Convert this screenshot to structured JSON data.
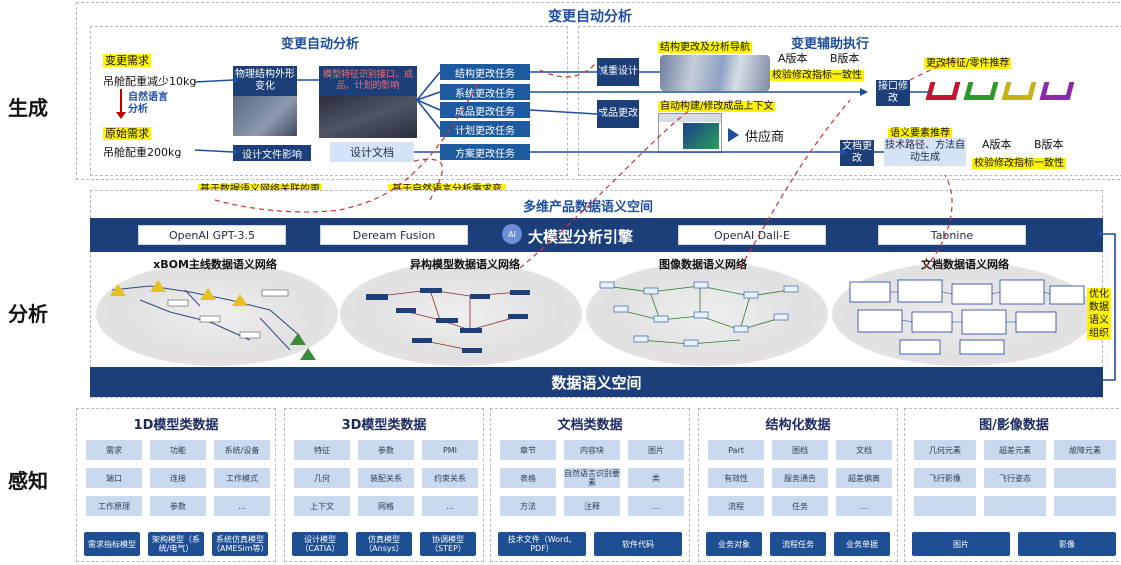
{
  "rows": {
    "gen": "生成",
    "ana": "分析",
    "per": "感知"
  },
  "top": {
    "title": "变更自动分析",
    "left": {
      "title": "变更自动分析",
      "req_label": "变更需求",
      "req_text": "吊舱配重减少10kg",
      "nlp": "自然语言分析",
      "orig_label": "原始需求",
      "orig_text": "吊舱配重200kg",
      "phys": "物理结构外形变化",
      "feat": "模型特征识别接口、成品、计划的影响",
      "design_impact": "设计文件影响",
      "design_doc": "设计文档",
      "tasks": [
        "结构更改任务",
        "系统更改任务",
        "成品更改任务",
        "计划更改任务",
        "方案更改任务"
      ]
    },
    "right": {
      "title": "变更辅助执行",
      "struct_nav": "结构更改及分析导航",
      "reduce": "减重设计",
      "product": "成品更改",
      "auto_build": "自动构建/修改成品上下文",
      "supplier": "供应商",
      "ver_a": "A版本",
      "ver_b": "B版本",
      "check1": "校验修改指标一致性",
      "iface": "接口修改",
      "doc_change": "文档更改",
      "semantic": "语义要素推荐",
      "tech_route": "技术路径、方法自动生成",
      "ver_a2": "A版本",
      "ver_b2": "B版本",
      "check2": "校验修改指标一致性",
      "feature_rec": "更改特征/零件推荐"
    }
  },
  "notes": {
    "n1": "基于数据语义网络关联的更改分析与推荐",
    "n2": "基于自然语言分析需求变化对设计文档的影响"
  },
  "mid": {
    "title": "多维产品数据语义空间",
    "models": [
      "OpenAI GPT-3.5",
      "Deream Fusion",
      "OpenAI Dall-E",
      "Tabnine"
    ],
    "engine": "大模型分析引擎",
    "ai_badge": "AI",
    "nets": [
      "xBOM主线数据语义网络",
      "异构模型数据语义网络",
      "图像数据语义网络",
      "文档数据语义网络"
    ],
    "bottom": "数据语义空间",
    "optimize": "优化数据语义组织"
  },
  "perception": [
    {
      "title": "1D模型类数据",
      "cells": [
        "需求",
        "功能",
        "系统/设备",
        "端口",
        "连接",
        "工作模式",
        "工作原理",
        "参数",
        "..."
      ],
      "foot": [
        "需求指标模型",
        "架构模型（系统/电气）",
        "系统仿真模型（AMESim等）"
      ]
    },
    {
      "title": "3D模型类数据",
      "cells": [
        "特征",
        "参数",
        "PMI",
        "几何",
        "装配关系",
        "约束关系",
        "上下文",
        "网格",
        "..."
      ],
      "foot": [
        "设计模型（CATIA）",
        "仿真模型（Ansys）",
        "协调模型（STEP）"
      ]
    },
    {
      "title": "文档类数据",
      "cells": [
        "章节",
        "内容块",
        "图片",
        "表格",
        "自然语言识别要素",
        "类",
        "方法",
        "注释",
        "..."
      ],
      "foot": [
        "技术文件（Word、PDF）",
        "软件代码"
      ]
    },
    {
      "title": "结构化数据",
      "cells": [
        "Part",
        "图档",
        "文档",
        "有效性",
        "服务通告",
        "超差偏离",
        "流程",
        "任务",
        "..."
      ],
      "foot": [
        "业务对象",
        "流程任务",
        "业务单据"
      ]
    },
    {
      "title": "图/影像数据",
      "cells": [
        "几何元素",
        "超差元素",
        "故障元素",
        "飞行影像",
        "飞行姿态",
        "",
        "",
        "",
        ""
      ],
      "foot": [
        "图片",
        "影像"
      ]
    }
  ],
  "colors": {
    "navy": "#1c3f7a",
    "blue": "#1e5aa0",
    "cell": "#c9d9ee",
    "title_blue": "#1f4ea0",
    "highlight": "#fff200",
    "red": "#c00000"
  }
}
